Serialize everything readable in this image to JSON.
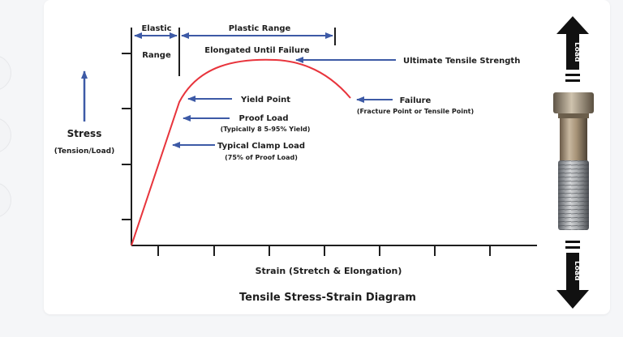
{
  "diagram": {
    "title": "Tensile Stress-Strain Diagram",
    "x_axis_label": "Strain (Stretch & Elongation)",
    "y_axis_label_main": "Stress",
    "y_axis_label_sub": "(Tension/Load)",
    "ranges": {
      "elastic_top": "Elastic",
      "elastic_bottom": "Range",
      "plastic": "Plastic Range",
      "elongated": "Elongated Until Failure"
    },
    "annotations": {
      "uts": "Ultimate Tensile Strength",
      "yield": "Yield Point",
      "proof_load": "Proof Load",
      "proof_load_sub": "(Typically 8 5-95% Yield)",
      "clamp_load": "Typical Clamp Load",
      "clamp_load_sub": "(75% of Proof Load)",
      "failure": "Failure",
      "failure_sub": "(Fracture Point or Tensile Point)"
    },
    "bolt_load_top": "Load",
    "bolt_load_bottom": "Load",
    "colors": {
      "curve": "#e8343c",
      "arrow": "#3d5aa6",
      "axis": "#1e1e1e"
    }
  }
}
